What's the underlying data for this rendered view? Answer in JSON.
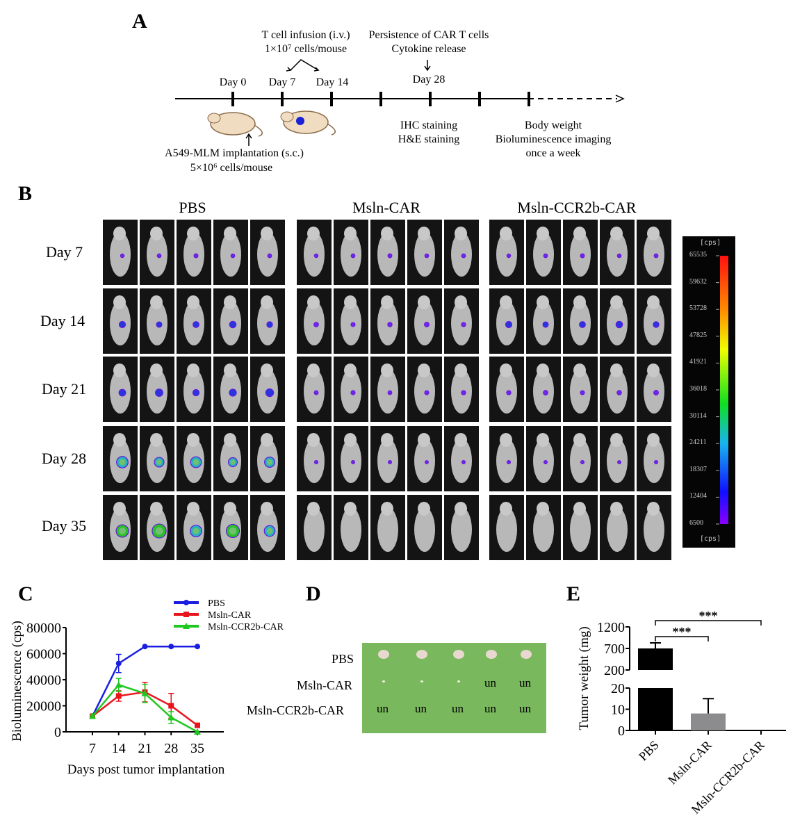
{
  "panels": {
    "a": "A",
    "b": "B",
    "c": "C",
    "d": "D",
    "e": "E"
  },
  "timeline": {
    "days": [
      "Day 0",
      "Day 7",
      "Day 14",
      "Day 28"
    ],
    "infusion_line1": "T cell infusion (i.v.)",
    "infusion_line2": "1×10⁷ cells/mouse",
    "persistence_line1": "Persistence of CAR T cells",
    "persistence_line2": "Cytokine release",
    "implant_line1": "A549-MLM implantation (s.c.)",
    "implant_line2": "5×10⁶ cells/mouse",
    "ihc_line1": "IHC staining",
    "ihc_line2": "H&E staining",
    "weekly_line1": "Body weight",
    "weekly_line2": "Bioluminescence imaging",
    "weekly_line3": "once a week"
  },
  "imaging": {
    "groups": [
      "PBS",
      "Msln-CAR",
      "Msln-CCR2b-CAR"
    ],
    "days": [
      "Day 7",
      "Day 14",
      "Day 21",
      "Day 28",
      "Day 35"
    ],
    "signal_level": [
      [
        0.1,
        0.3,
        0.4,
        0.7,
        0.9
      ],
      [
        0.1,
        0.15,
        0.12,
        0.05,
        0
      ],
      [
        0.1,
        0.3,
        0.15,
        0.05,
        0
      ]
    ],
    "colorbar": {
      "unit": "[cps]",
      "ticks": [
        "65535",
        "59632",
        "53728",
        "47825",
        "41921",
        "36018",
        "30114",
        "24211",
        "18307",
        "12404",
        "6500"
      ]
    }
  },
  "tumors": {
    "rows": [
      "PBS",
      "Msln-CAR",
      "Msln-CCR2b-CAR"
    ],
    "marks": [
      [
        "",
        "",
        "",
        "",
        ""
      ],
      [
        "",
        "",
        "",
        "un",
        "un"
      ],
      [
        "un",
        "un",
        "un",
        "un",
        "un"
      ]
    ],
    "background": "#79b85c"
  },
  "chart_data": [
    {
      "type": "line",
      "title": "",
      "xlabel": "Days post tumor implantation",
      "ylabel": "Bioluminescence (cps)",
      "x": [
        7,
        14,
        21,
        28,
        35
      ],
      "xticks": [
        "7",
        "14",
        "21",
        "28",
        "35"
      ],
      "yticks": [
        "0",
        "20000",
        "40000",
        "60000",
        "80000"
      ],
      "ylim": [
        0,
        80000
      ],
      "legend": "top-right",
      "series": [
        {
          "name": "PBS",
          "color": "#1a1ee0",
          "marker": "circle",
          "values": [
            12000,
            52500,
            65500,
            65500,
            65500
          ],
          "errors": [
            1000,
            7000,
            0,
            0,
            0
          ]
        },
        {
          "name": "Msln-CAR",
          "color": "#e8141c",
          "marker": "square",
          "values": [
            12000,
            27500,
            30500,
            20000,
            5000
          ],
          "errors": [
            1000,
            4000,
            7500,
            9500,
            0
          ]
        },
        {
          "name": "Msln-CCR2b-CAR",
          "color": "#1ec81e",
          "marker": "triangle",
          "values": [
            12000,
            36000,
            29500,
            11000,
            0
          ],
          "errors": [
            1000,
            5000,
            7000,
            4500,
            0
          ]
        }
      ]
    },
    {
      "type": "bar",
      "title": "",
      "xlabel": "",
      "ylabel": "Tumor weight (mg)",
      "categories": [
        "PBS",
        "Msln-CAR",
        "Msln-CCR2b-CAR"
      ],
      "values": [
        700,
        8,
        0
      ],
      "errors": [
        130,
        7,
        0
      ],
      "colors": [
        "#000000",
        "#8c8c8e",
        "#000000"
      ],
      "yticks_lower": [
        "0",
        "10",
        "20"
      ],
      "yticks_upper": [
        "200",
        "700",
        "1200"
      ],
      "ylim_lower": [
        0,
        20
      ],
      "ylim_upper": [
        200,
        1200
      ],
      "significance": [
        {
          "from": "PBS",
          "to": "Msln-CAR",
          "label": "***"
        },
        {
          "from": "PBS",
          "to": "Msln-CCR2b-CAR",
          "label": "***"
        }
      ]
    }
  ]
}
